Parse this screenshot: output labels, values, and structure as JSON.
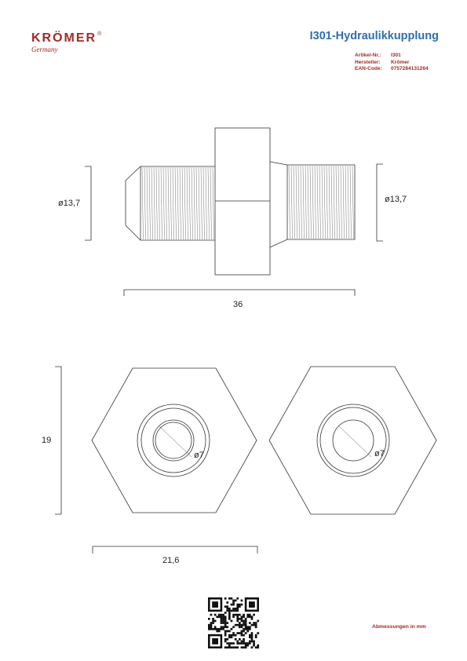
{
  "brand": {
    "name": "KRÖMER",
    "registered": "®",
    "sub": "Germany"
  },
  "title": "I301-Hydraulikkupplung",
  "meta": [
    {
      "key": "Artikel-Nr.:",
      "value": "I301"
    },
    {
      "key": "Hersteller:",
      "value": "Krömer"
    },
    {
      "key": "EAN-Code:",
      "value": "0757284131264"
    }
  ],
  "dimensions": {
    "left_diameter": "ø13,7",
    "right_diameter": "ø13,7",
    "length": "36",
    "height": "19",
    "width": "21,6",
    "bore_left": "ø7",
    "bore_right": "ø7"
  },
  "footer": {
    "note": "Abmessungen in mm"
  },
  "colors": {
    "brand_red": "#a32a24",
    "title_blue": "#2f6eb0",
    "line": "#333333"
  }
}
